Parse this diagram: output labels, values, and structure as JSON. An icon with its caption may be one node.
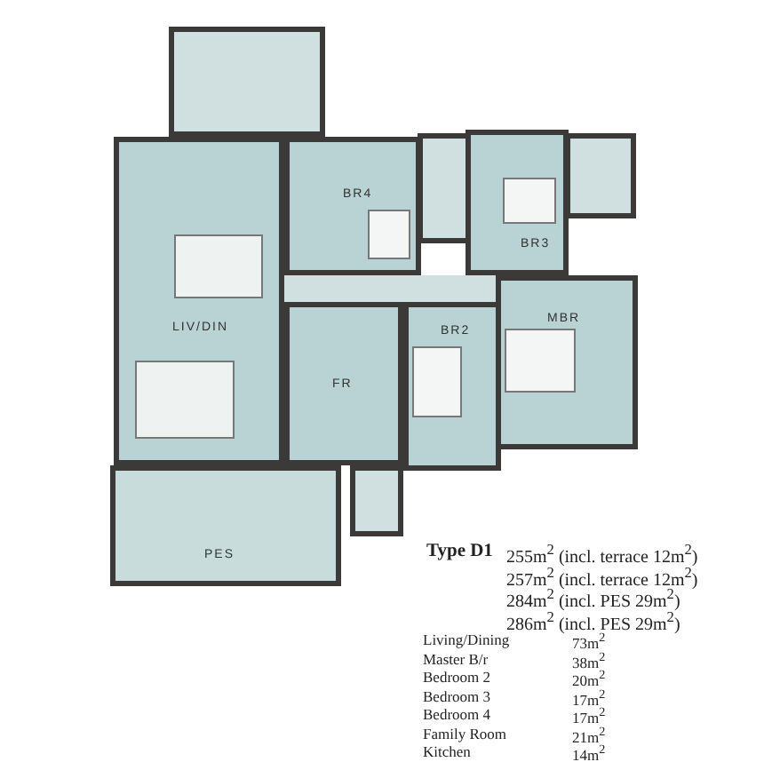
{
  "diagram": {
    "nodes": [
      {
        "text": [
          "BR4"
        ]
      },
      {
        "text": [
          "BR3"
        ]
      },
      {
        "text": [
          "LIV/DIN"
        ]
      },
      {
        "text": [
          "FR"
        ]
      },
      {
        "text": [
          "BR2"
        ]
      },
      {
        "text": [
          "MBR"
        ]
      },
      {
        "text": [
          "PES"
        ]
      },
      {
        "text": [],
        "shape": "box"
      },
      {
        "text": [],
        "shape": "box"
      },
      {
        "text": [],
        "shape": "box"
      },
      {
        "text": [],
        "shape": "box"
      },
      {
        "text": [],
        "shape": "box"
      }
    ],
    "edges": [],
    "labels": [
      "Type D1",
      "255m$^{2}$ (incl. terrace 12m$^{2}$)",
      "257m$^{2}$ (incl. terrace 12m$^{2}$)",
      "284m$^{2}$ (incl. PES 29m$^{2}$)",
      "286m$^{2}$ (incl. PES 29m$^{2}$)",
      "Living/Dining",
      "73m$^{2}$",
      "Master B/r",
      "38m$^{2}$",
      "Bedroom 2",
      "20m$^{2}$",
      "Bedroom 3",
      "17m$^{2}$",
      "Bedroom 4",
      "17m$^{2}$",
      "Family Room",
      "21m$^{2}$",
      "Kitchen",
      "14m$^{2}$"
    ]
  }
}
